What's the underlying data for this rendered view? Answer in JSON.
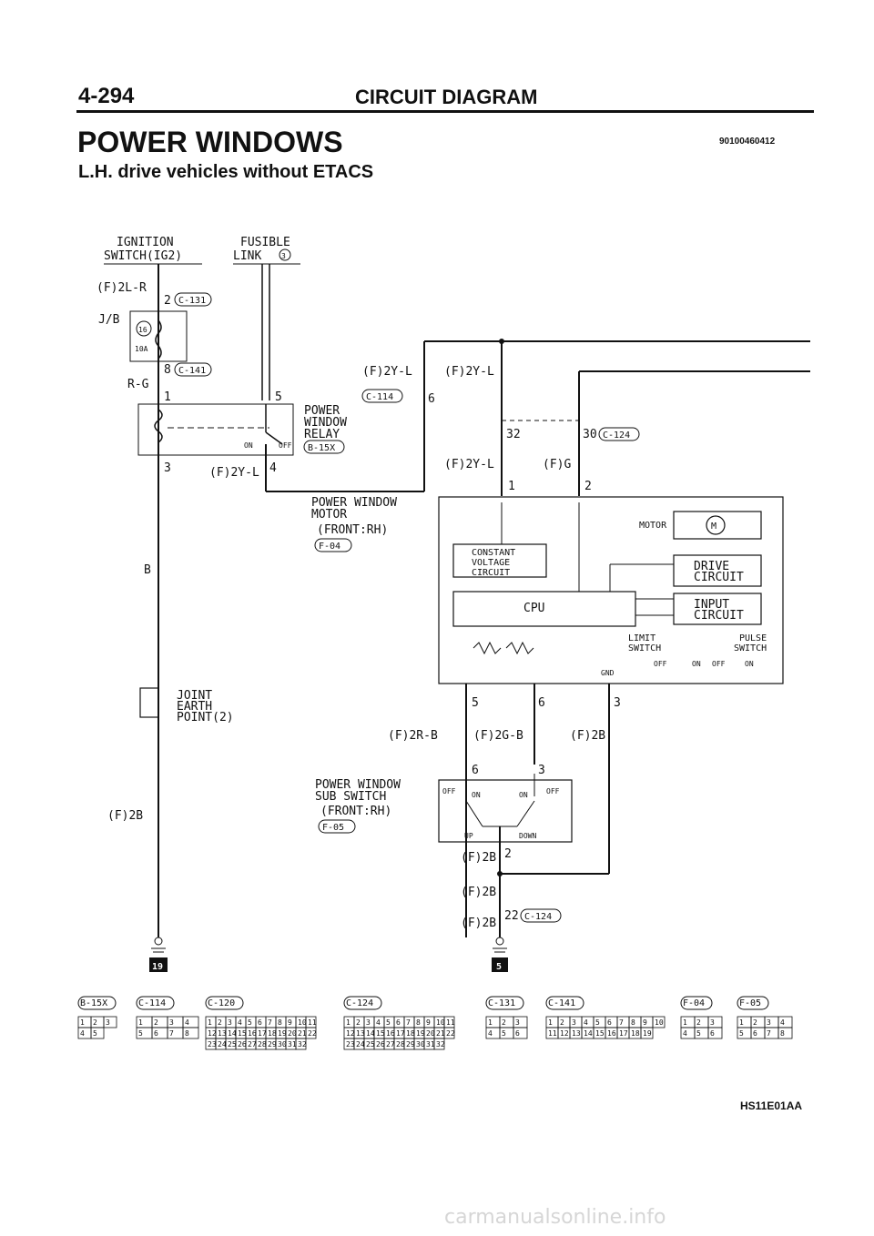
{
  "header": {
    "page_number": "4-294",
    "title": "CIRCUIT DIAGRAM",
    "section_title": "POWER WINDOWS",
    "subtitle": "L.H. drive vehicles without ETACS",
    "doc_code": "90100460412"
  },
  "labels": {
    "ignition_switch": "IGNITION",
    "ignition_switch_2": "SWITCH(IG2)",
    "fusible_link": "FUSIBLE",
    "fusible_link_2": "LINK",
    "fusible_link_num": "3",
    "jb": "J/B",
    "fuse_num": "16",
    "fuse_rating": "10A",
    "wire_f2lr": "(F)2L-R",
    "wire_rg": "R-G",
    "wire_b": "B",
    "wire_f2b_left": "(F)2B",
    "wire_f2yl_1": "(F)2Y-L",
    "wire_f2yl_2": "(F)2Y-L",
    "wire_f2yl_3": "(F)2Y-L",
    "wire_f2yl_4": "(F)2Y-L",
    "wire_fg": "(F)G",
    "wire_f2rb": "(F)2R-B",
    "wire_f2gb": "(F)2G-B",
    "wire_f2b_r": "(F)2B",
    "wire_f2b_a": "(F)2B",
    "wire_f2b_b": "(F)2B",
    "wire_f2b_c": "(F)2B",
    "relay_1": "POWER",
    "relay_2": "WINDOW",
    "relay_3": "RELAY",
    "relay_conn": "B-15X",
    "relay_on": "ON",
    "relay_off": "OFF",
    "motor_1": "POWER WINDOW",
    "motor_2": "MOTOR",
    "motor_3": "(FRONT:RH)",
    "motor_conn": "F-04",
    "motor_label": "MOTOR",
    "motor_symbol": "M",
    "cv_1": "CONSTANT",
    "cv_2": "VOLTAGE",
    "cv_3": "CIRCUIT",
    "cpu": "CPU",
    "drive_1": "DRIVE",
    "drive_2": "CIRCUIT",
    "input_1": "INPUT",
    "input_2": "CIRCUIT",
    "limit_1": "LIMIT",
    "limit_2": "SWITCH",
    "pulse_1": "PULSE",
    "pulse_2": "SWITCH",
    "sw_off_on": "OFF",
    "sw_on": "ON",
    "sw_off2": "OFF",
    "sw_on2": "ON",
    "gnd": "GND",
    "joint_1": "JOINT",
    "joint_2": "EARTH",
    "joint_3": "POINT(2)",
    "sub_1": "POWER WINDOW",
    "sub_2": "SUB SWITCH",
    "sub_3": "(FRONT:RH)",
    "sub_conn": "F-05",
    "sub_off": "OFF",
    "sub_on": "ON",
    "sub_on2": "ON",
    "sub_off2": "OFF",
    "sub_up": "UP",
    "sub_down": "DOWN",
    "ground_left": "19",
    "ground_right": "5"
  },
  "pins": {
    "p2": "2",
    "c131": "C-131",
    "p8": "8",
    "c141": "C-141",
    "p1": "1",
    "p5": "5",
    "p3": "3",
    "p4": "4",
    "c114": "C-114",
    "p6": "6",
    "p32": "32",
    "p30": "30",
    "c124": "C-124",
    "m1": "1",
    "m2": "2",
    "b5": "5",
    "b6": "6",
    "b3": "3",
    "s6": "6",
    "s3": "3",
    "s2": "2",
    "s22": "22",
    "c124b": "C-124"
  },
  "connectors": [
    {
      "id": "B-15X",
      "pins": [
        "1",
        "2",
        "3",
        "4",
        "5"
      ]
    },
    {
      "id": "C-114",
      "pins": [
        "1",
        "2",
        "3",
        "4",
        "5",
        "6",
        "7",
        "8"
      ]
    },
    {
      "id": "C-120",
      "pins": [
        "1",
        "2",
        "3",
        "4",
        "5",
        "6",
        "7",
        "8",
        "9",
        "10",
        "11",
        "12",
        "13",
        "14",
        "15",
        "16",
        "17",
        "18",
        "19",
        "20",
        "21",
        "22",
        "23",
        "24",
        "25",
        "26",
        "27",
        "28",
        "29",
        "30",
        "31",
        "32"
      ]
    },
    {
      "id": "C-124",
      "pins": [
        "1",
        "2",
        "3",
        "4",
        "5",
        "6",
        "7",
        "8",
        "9",
        "10",
        "11",
        "12",
        "13",
        "14",
        "15",
        "16",
        "17",
        "18",
        "19",
        "20",
        "21",
        "22",
        "23",
        "24",
        "25",
        "26",
        "27",
        "28",
        "29",
        "30",
        "31",
        "32"
      ]
    },
    {
      "id": "C-131",
      "pins": [
        "1",
        "2",
        "3",
        "4",
        "5",
        "6"
      ]
    },
    {
      "id": "C-141",
      "pins": [
        "1",
        "2",
        "3",
        "4",
        "5",
        "6",
        "7",
        "8",
        "9",
        "10",
        "11",
        "12",
        "13",
        "14",
        "15",
        "16",
        "17",
        "18",
        "19"
      ]
    },
    {
      "id": "F-04",
      "pins": [
        "1",
        "2",
        "3",
        "4",
        "5",
        "6"
      ]
    },
    {
      "id": "F-05",
      "pins": [
        "1",
        "2",
        "3",
        "4",
        "5",
        "6",
        "7",
        "8"
      ]
    }
  ],
  "footer": {
    "code": "HS11E01AA",
    "watermark": "carmanualsonline.info"
  },
  "colors": {
    "ink": "#111111",
    "paper": "#ffffff",
    "watermark": "#d6d6d6"
  }
}
